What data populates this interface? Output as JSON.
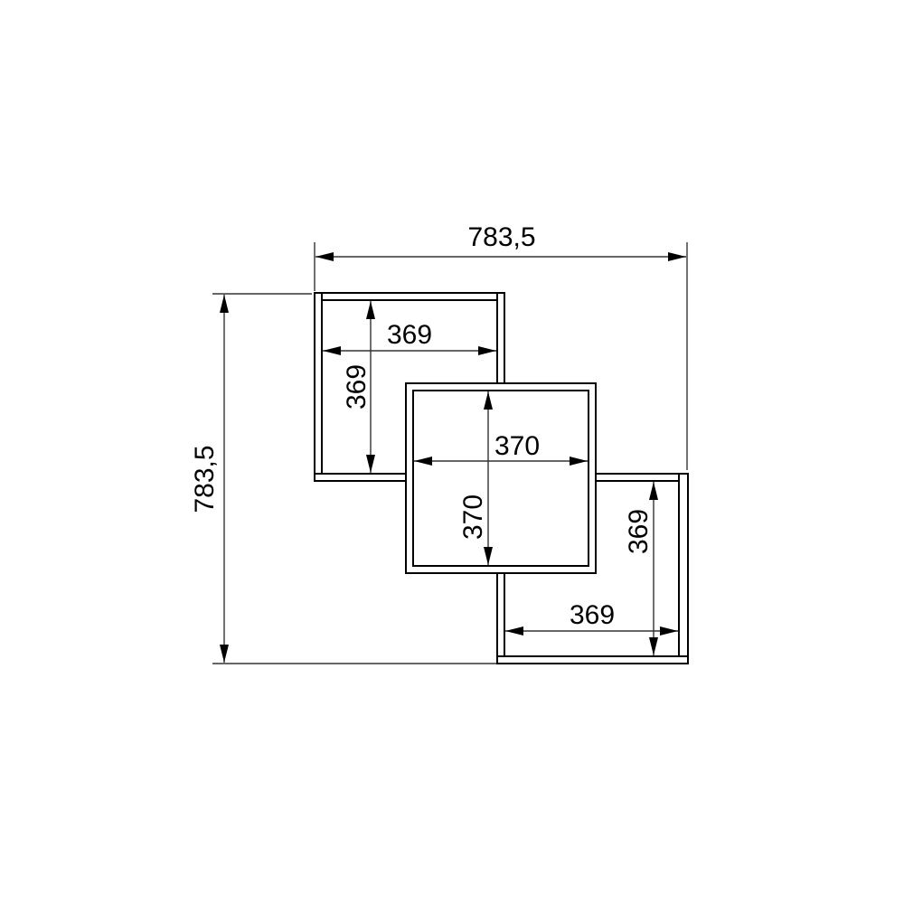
{
  "drawing": {
    "type": "technical-dimension-drawing",
    "subject": "wall shelf with three square compartments",
    "overall": {
      "width_label": "783,5",
      "height_label": "783,5"
    },
    "compartments": [
      {
        "name": "top-left",
        "width_label": "369",
        "height_label": "369"
      },
      {
        "name": "center",
        "width_label": "370",
        "height_label": "370"
      },
      {
        "name": "bottom-right",
        "width_label": "369",
        "height_label": "369"
      }
    ],
    "colors": {
      "line": "#000000",
      "background": "#ffffff"
    }
  }
}
